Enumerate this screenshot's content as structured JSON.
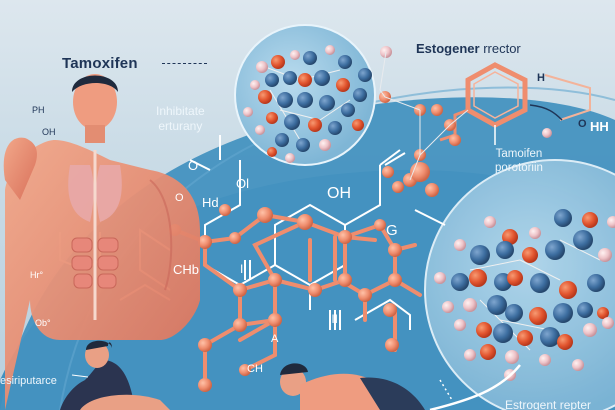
{
  "illustration": {
    "subject": "Tamoxifen and estrogen receptor infographic",
    "colors": {
      "background_top": "#dde7ee",
      "blue_band": "#3f8fbe",
      "atom_blue": "#3d6ea0",
      "atom_orange": "#e2552f",
      "atom_pink": "#eec3c8",
      "bond_salmon": "#ef8d6e",
      "label_dark": "#1f3557"
    }
  },
  "labels": {
    "title": "Tamoxifen",
    "estrogen_receptor_bold": "Estogener",
    "estrogen_receptor_thin": "rrector",
    "inhibit_line1": "Inhibitate",
    "inhibit_line2": "erturany",
    "tamoxifen_protein_line1": "Tamoifen",
    "tamoxifen_protein_line2": "porotoriin",
    "resistance": "esiriputarce",
    "estrogen_receptor_bottom": "Estrogent repter"
  },
  "chem_text": {
    "oh_top_left": "OH",
    "oh_left": "OH",
    "h_left": "H",
    "o_left": "O",
    "hd": "Hd",
    "o_small": "O",
    "oh_center": "OH",
    "oh_mid": "Ol",
    "g_right": "G",
    "ch_left": "CHb",
    "ch_bottom": "CH",
    "h_right": "H",
    "o_right": "O",
    "hh_right": "HH",
    "a_label": "A",
    "ii_label": "II",
    "iii_label": "III",
    "hro": "Hr°",
    "ob": "Ob°",
    "ph": "PH"
  }
}
